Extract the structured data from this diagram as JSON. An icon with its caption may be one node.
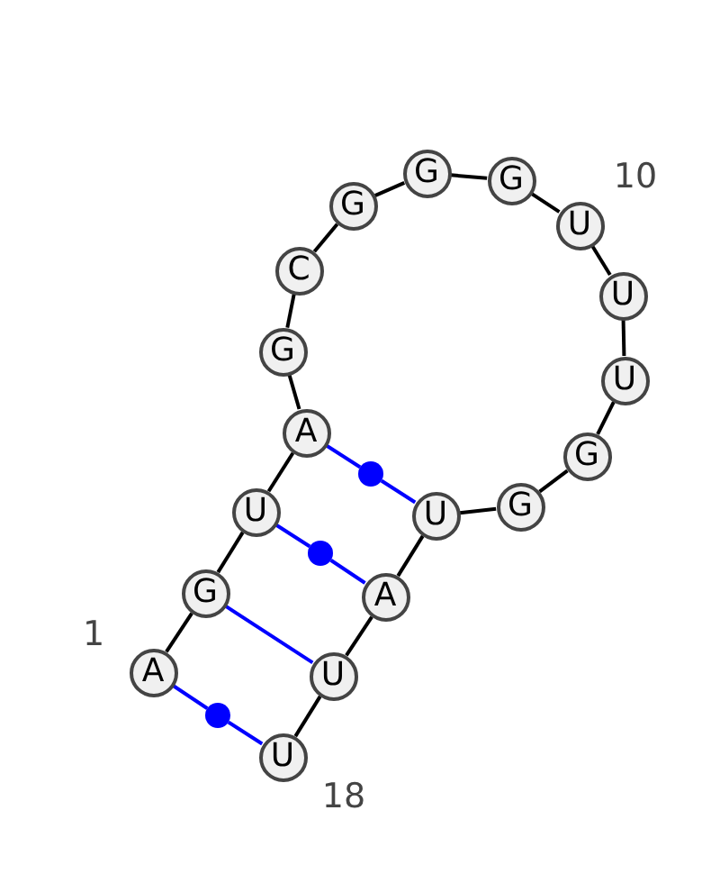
{
  "diagram": {
    "nodes": [
      {
        "text": [
          "A"
        ],
        "beside": [
          "1"
        ]
      },
      {
        "text": [
          "G"
        ]
      },
      {
        "text": [
          "U"
        ]
      },
      {
        "text": [
          "A"
        ]
      },
      {
        "text": [
          "G"
        ]
      },
      {
        "text": [
          "C"
        ]
      },
      {
        "text": [
          "G"
        ]
      },
      {
        "text": [
          "G"
        ]
      },
      {
        "text": [
          "G"
        ]
      },
      {
        "text": [
          "U"
        ],
        "beside": [
          "10"
        ]
      },
      {
        "text": [
          "U"
        ]
      },
      {
        "text": [
          "U"
        ]
      },
      {
        "text": [
          "G"
        ]
      },
      {
        "text": [
          "G"
        ]
      },
      {
        "text": [
          "U"
        ]
      },
      {
        "text": [
          "A"
        ]
      },
      {
        "text": [
          "U"
        ]
      },
      {
        "text": [
          "U"
        ],
        "beside": [
          "18"
        ]
      },
      {
        "text": [],
        "shape": "circle"
      },
      {
        "text": [],
        "shape": "circle"
      },
      {
        "text": [],
        "shape": "circle"
      }
    ],
    "edges": [
      {
        "from": 0,
        "to": 1,
        "arrow": "none"
      },
      {
        "from": 1,
        "to": 2,
        "arrow": "none"
      },
      {
        "from": 2,
        "to": 3,
        "arrow": "none"
      },
      {
        "from": 3,
        "to": 4,
        "arrow": "none"
      },
      {
        "from": 4,
        "to": 5,
        "arrow": "none"
      },
      {
        "from": 5,
        "to": 6,
        "arrow": "none"
      },
      {
        "from": 6,
        "to": 7,
        "arrow": "none"
      },
      {
        "from": 7,
        "to": 8,
        "arrow": "none"
      },
      {
        "from": 8,
        "to": 9,
        "arrow": "none"
      },
      {
        "from": 9,
        "to": 10,
        "arrow": "none"
      },
      {
        "from": 10,
        "to": 11,
        "arrow": "none"
      },
      {
        "from": 11,
        "to": 12,
        "arrow": "none"
      },
      {
        "from": 12,
        "to": 13,
        "arrow": "none"
      },
      {
        "from": 13,
        "to": 14,
        "arrow": "none"
      },
      {
        "from": 14,
        "to": 15,
        "arrow": "none"
      },
      {
        "from": 15,
        "to": 16,
        "arrow": "none"
      },
      {
        "from": 16,
        "to": 17,
        "arrow": "none"
      },
      {
        "from": 3,
        "to": 18,
        "arrow": "none",
        "color": "#0000ff"
      },
      {
        "from": 18,
        "to": 14,
        "arrow": "none",
        "color": "#0000ff"
      },
      {
        "from": 2,
        "to": 19,
        "arrow": "none",
        "color": "#0000ff"
      },
      {
        "from": 19,
        "to": 15,
        "arrow": "none",
        "color": "#0000ff"
      },
      {
        "from": 1,
        "to": 16,
        "arrow": "none",
        "color": "#0000ff"
      },
      {
        "from": 0,
        "to": 20,
        "arrow": "none",
        "color": "#0000ff"
      },
      {
        "from": 20,
        "to": 17,
        "arrow": "none",
        "color": "#0000ff"
      }
    ]
  }
}
